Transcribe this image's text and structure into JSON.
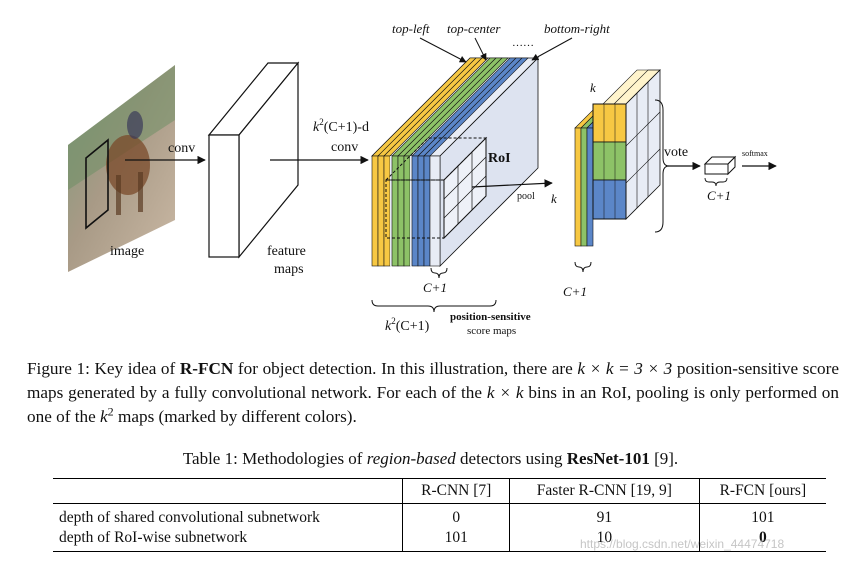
{
  "figure": {
    "image_label": "image",
    "conv1_label": "conv",
    "feature_label_1": "feature",
    "feature_label_2": "maps",
    "kconv_base": "k",
    "kconv_exp": "2",
    "kconv_rest": "(C+1)-d",
    "kconv_label_2": "conv",
    "top_left_label": "top-left",
    "top_center_label": "top-center",
    "dots_label": "……",
    "bottom_right_label": "bottom-right",
    "roi_label": "RoI",
    "pool_label": "pool",
    "k_label_top": "k",
    "k_label_side": "k",
    "c1_label_maps": "C+1",
    "c1_label_vote": "C+1",
    "c1_label_bins": "C+1",
    "kc_base": "k",
    "kc_exp": "2",
    "kc_rest": "(C+1)",
    "ps_label_1": "position-sensitive",
    "ps_label_2": "score maps",
    "vote_label": "vote",
    "softmax_label": "softmax",
    "colors": {
      "yellow": "#f7c843",
      "green": "#8dc267",
      "blue": "#5b86c8",
      "face": "#e8ecf5"
    }
  },
  "caption": {
    "prefix": "Figure 1: Key idea of ",
    "method": "R-FCN",
    "text1": " for object detection. In this illustration, there are ",
    "math1": "k × k = 3 × 3",
    "text2": " position-sensitive score maps generated by a fully convolutional network. For each of the ",
    "math2": "k × k",
    "text3": " bins in an RoI, pooling is only performed on one of the ",
    "math3_base": "k",
    "math3_exp": "2",
    "text4": " maps (marked by different colors)."
  },
  "table": {
    "title_prefix": "Table 1: Methodologies of ",
    "title_italic": "region-based",
    "title_mid": " detectors using ",
    "title_bold": "ResNet-101",
    "title_suffix": " [9].",
    "headers": [
      "",
      "R-CNN [7]",
      "Faster R-CNN [19, 9]",
      "R-FCN [ours]"
    ],
    "rows": [
      [
        "depth of shared convolutional subnetwork",
        "0",
        "91",
        "101"
      ],
      [
        "depth of RoI-wise subnetwork",
        "101",
        "10",
        "0"
      ]
    ]
  },
  "watermark": "https://blog.csdn.net/weixin_44474718"
}
